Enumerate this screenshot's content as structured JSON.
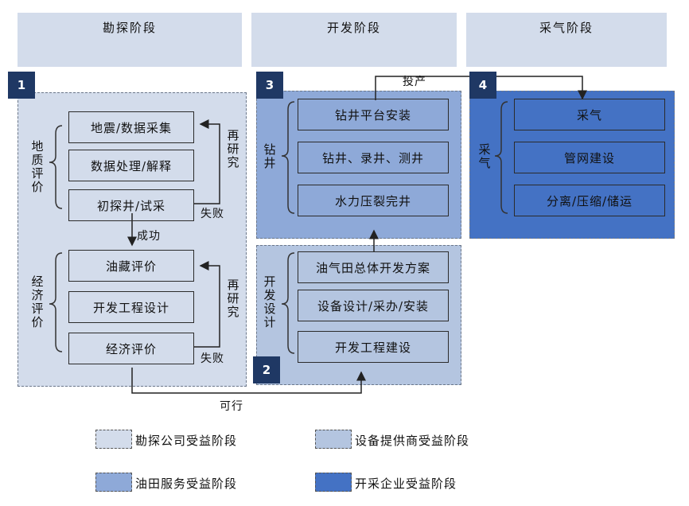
{
  "colors": {
    "stage_header": "#d3dceb",
    "exploration_company": "#d3dceb",
    "equipment_supplier": "#b4c5e0",
    "oilfield_service": "#8ea9d8",
    "production_company": "#4472c4",
    "badge": "#1f3864"
  },
  "stages": [
    {
      "label": "勘探阶段"
    },
    {
      "label": "开发阶段"
    },
    {
      "label": "采气阶段"
    }
  ],
  "badges": [
    "1",
    "2",
    "3",
    "4"
  ],
  "exploration": {
    "geology_label": "地质评价",
    "geology_boxes": [
      "地震/数据采集",
      "数据处理/解释",
      "初探井/试采"
    ],
    "economic_label": "经济评价",
    "economic_boxes": [
      "油藏评价",
      "开发工程设计",
      "经济评价"
    ],
    "restudy_label": "再研究",
    "fail_label": "失败",
    "success_label": "成功"
  },
  "design": {
    "label": "开发设计",
    "boxes": [
      "油气田总体开发方案",
      "设备设计/采办/安装",
      "开发工程建设"
    ]
  },
  "drilling": {
    "label": "钻井",
    "boxes": [
      "钻井平台安装",
      "钻井、录井、测井",
      "水力压裂完井"
    ]
  },
  "production": {
    "label": "采气",
    "boxes": [
      "采气",
      "管网建设",
      "分离/压缩/储运"
    ]
  },
  "arrows": {
    "feasible_label": "可行",
    "production_label": "投产"
  },
  "legend": [
    {
      "label": "勘探公司受益阶段"
    },
    {
      "label": "设备提供商受益阶段"
    },
    {
      "label": "油田服务受益阶段"
    },
    {
      "label": "开采企业受益阶段"
    }
  ]
}
